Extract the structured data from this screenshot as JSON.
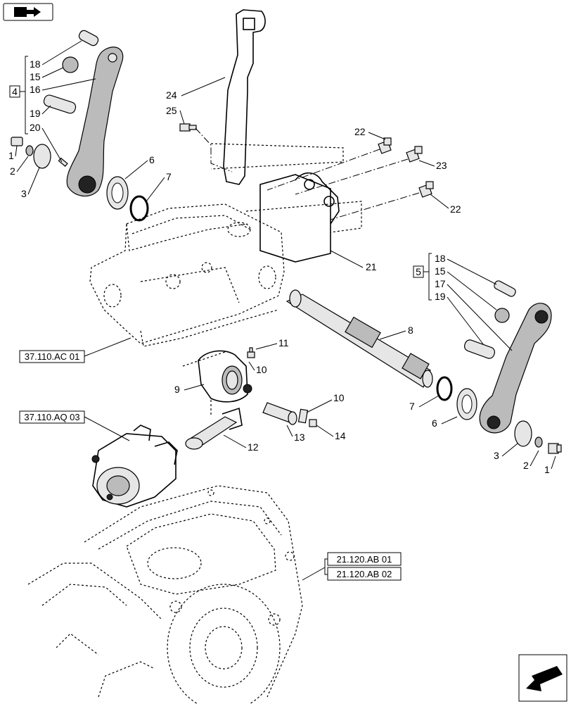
{
  "callouts": [
    {
      "id": "c18a",
      "text": "18"
    },
    {
      "id": "c15a",
      "text": "15"
    },
    {
      "id": "c16a",
      "text": "16"
    },
    {
      "id": "c19a",
      "text": "19"
    },
    {
      "id": "c20a",
      "text": "20"
    },
    {
      "id": "c1a",
      "text": "1"
    },
    {
      "id": "c2a",
      "text": "2"
    },
    {
      "id": "c3a",
      "text": "3"
    },
    {
      "id": "c6a",
      "text": "6"
    },
    {
      "id": "c7a",
      "text": "7"
    },
    {
      "id": "c24",
      "text": "24"
    },
    {
      "id": "c25",
      "text": "25"
    },
    {
      "id": "c22a",
      "text": "22"
    },
    {
      "id": "c23",
      "text": "23"
    },
    {
      "id": "c22b",
      "text": "22"
    },
    {
      "id": "c21",
      "text": "21"
    },
    {
      "id": "c18b",
      "text": "18"
    },
    {
      "id": "c15b",
      "text": "15"
    },
    {
      "id": "c17",
      "text": "17"
    },
    {
      "id": "c19b",
      "text": "19"
    },
    {
      "id": "c8",
      "text": "8"
    },
    {
      "id": "c11",
      "text": "11"
    },
    {
      "id": "c10a",
      "text": "10"
    },
    {
      "id": "c9",
      "text": "9"
    },
    {
      "id": "c7b",
      "text": "7"
    },
    {
      "id": "c6b",
      "text": "6"
    },
    {
      "id": "c10b",
      "text": "10"
    },
    {
      "id": "c13",
      "text": "13"
    },
    {
      "id": "c14",
      "text": "14"
    },
    {
      "id": "c12",
      "text": "12"
    },
    {
      "id": "c3b",
      "text": "3"
    },
    {
      "id": "c2b",
      "text": "2"
    },
    {
      "id": "c1b",
      "text": "1"
    }
  ],
  "group_boxes": [
    {
      "id": "g4",
      "text": "4"
    },
    {
      "id": "g5",
      "text": "5"
    }
  ],
  "references": [
    {
      "id": "r1",
      "text": "37.110.AC 01"
    },
    {
      "id": "r2",
      "text": "37.110.AQ 03"
    },
    {
      "id": "r3",
      "text": "21.120.AB 01"
    },
    {
      "id": "r4",
      "text": "21.120.AB 02"
    }
  ],
  "icons": {
    "top_left": "book-arrow-icon",
    "bottom_right": "next-page-arrow-icon"
  }
}
